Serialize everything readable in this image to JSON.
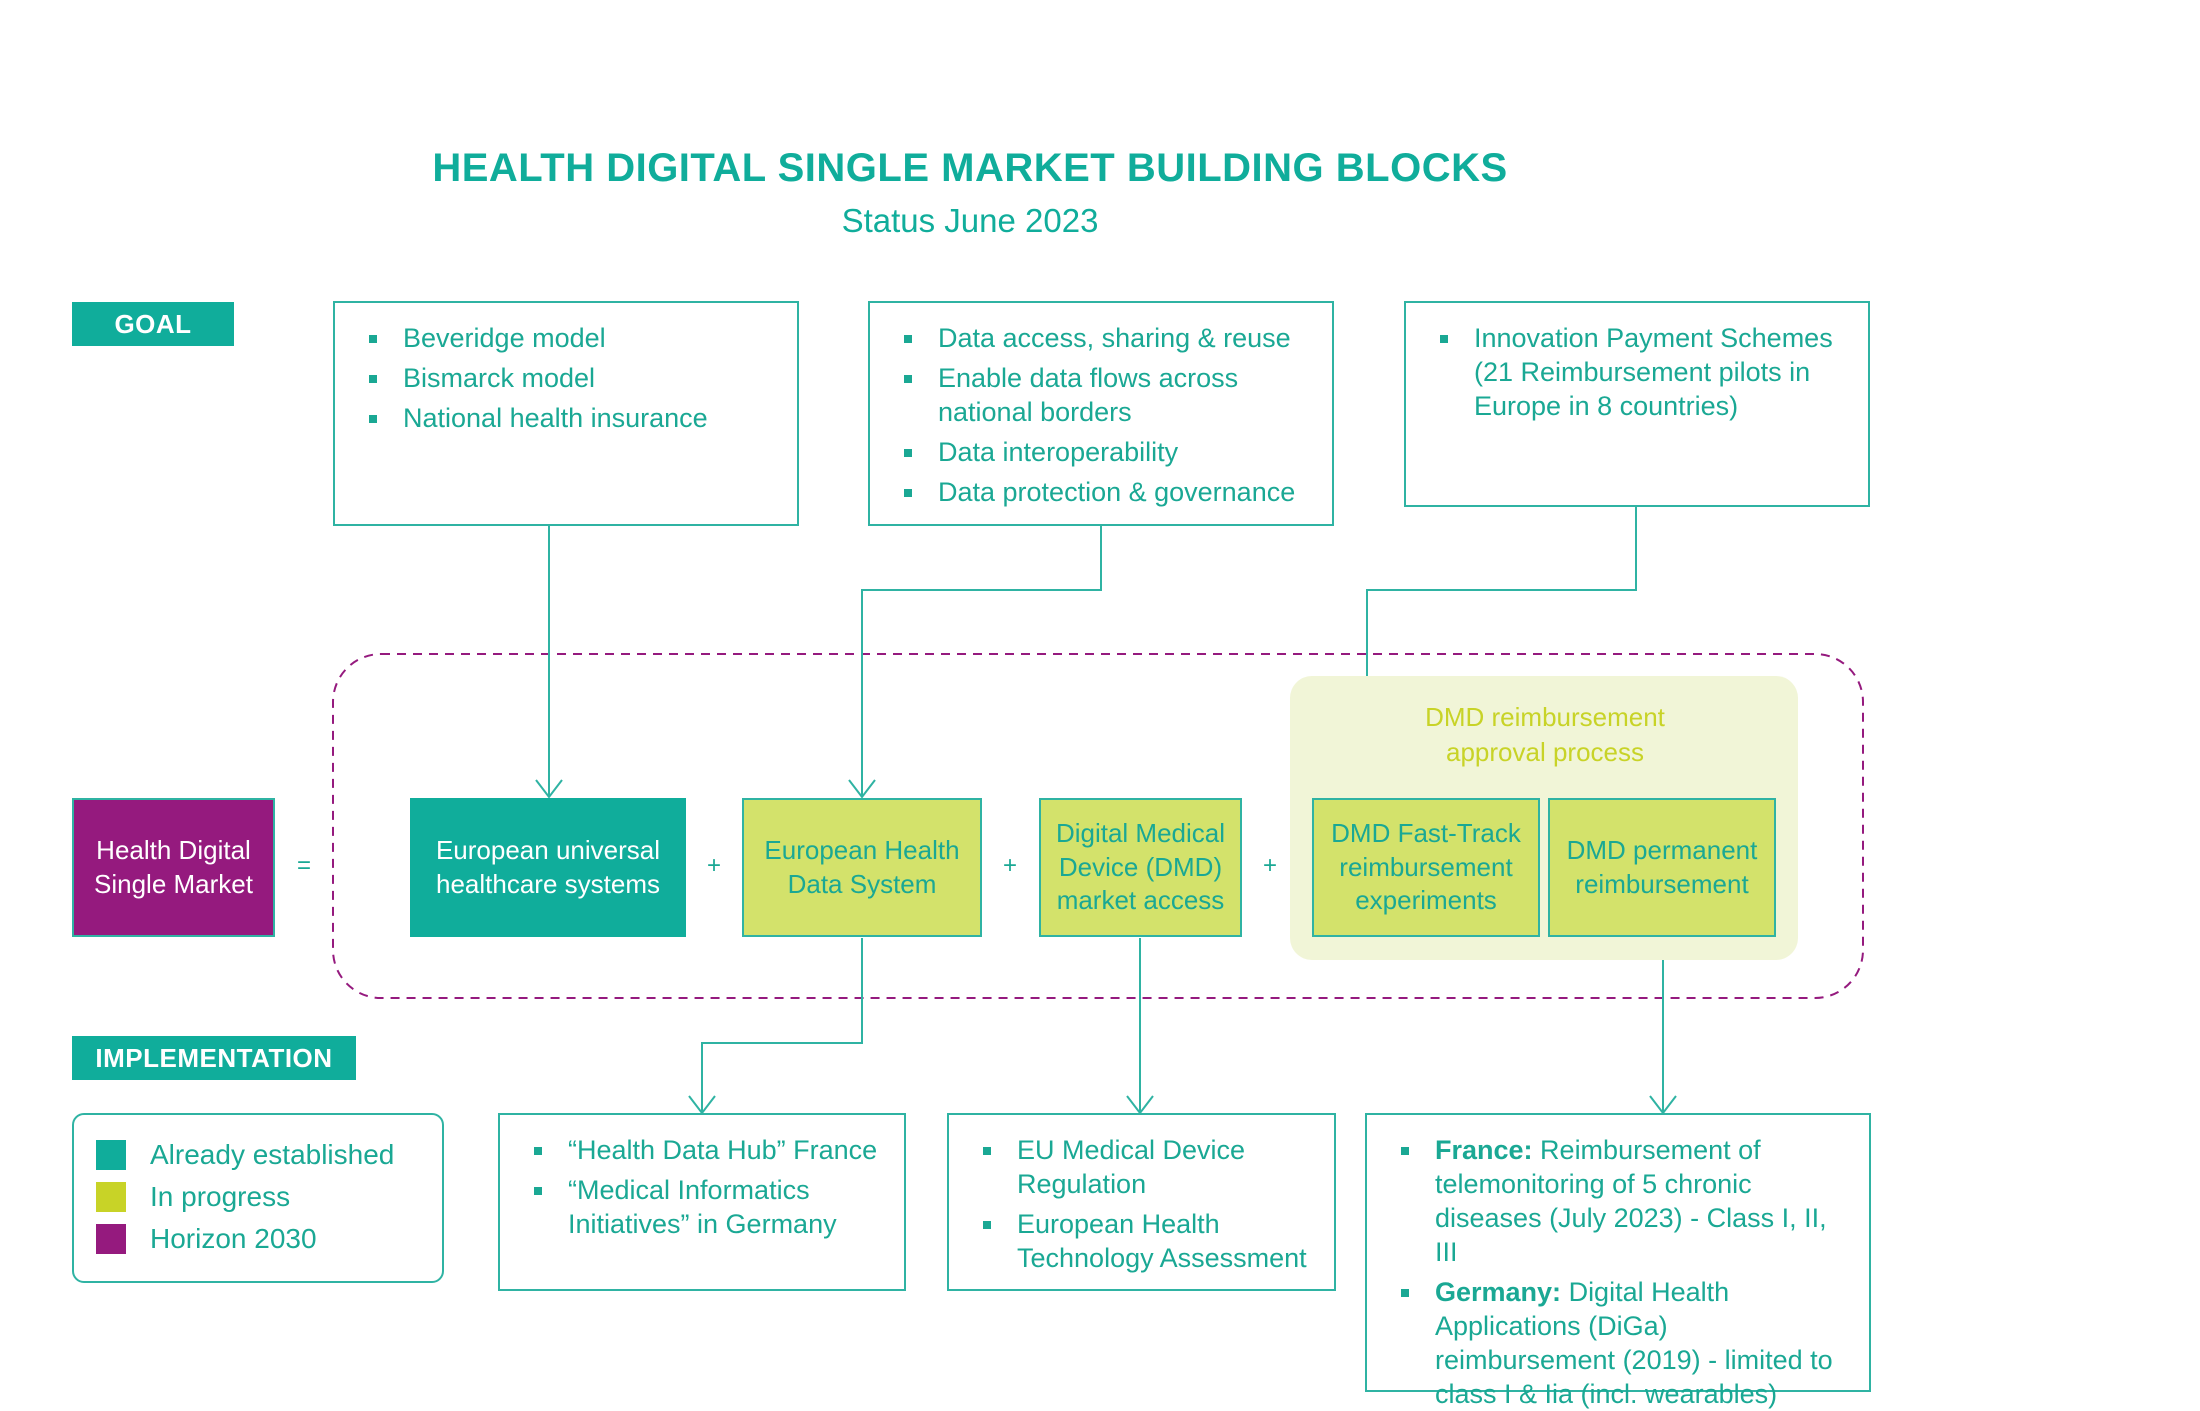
{
  "header": {
    "title": "HEALTH DIGITAL SINGLE MARKET BUILDING BLOCKS",
    "subtitle": "Status June 2023"
  },
  "tags": {
    "goal": "GOAL",
    "implementation": "IMPLEMENTATION"
  },
  "goals": [
    {
      "items": [
        "Beveridge model",
        "Bismarck model",
        "National health insurance"
      ]
    },
    {
      "items": [
        "Data access, sharing & reuse",
        "Enable data flows across national borders",
        "Data interoperability",
        "Data protection & governance"
      ]
    },
    {
      "items": [
        "Innovation Payment Schemes (21 Reimbursement pilots in Europe in 8 countries)"
      ]
    }
  ],
  "equation": {
    "result": "Health Digital Single Market",
    "equals": "=",
    "plus": "+",
    "blocks": [
      {
        "label": "European universal healthcare systems",
        "status": "established"
      },
      {
        "label": "European Health Data System",
        "status": "in-progress"
      },
      {
        "label": "Digital Medical Device (DMD) market access",
        "status": "in-progress"
      },
      {
        "label": "DMD Fast-Track reimbursement experiments",
        "status": "in-progress"
      },
      {
        "label": "DMD permanent reimbursement",
        "status": "in-progress"
      }
    ],
    "dmd_group_label": "DMD reimbursement approval process"
  },
  "legend": [
    {
      "label": "Already established",
      "color": "#10ad9b"
    },
    {
      "label": "In progress",
      "color": "#c8d327"
    },
    {
      "label": "Horizon 2030",
      "color": "#951a7e"
    }
  ],
  "implementations": [
    {
      "items": [
        {
          "text": "“Health Data Hub” France"
        },
        {
          "text": "“Medical Informatics Initiatives” in Germany"
        }
      ]
    },
    {
      "items": [
        {
          "text": "EU Medical Device Regulation"
        },
        {
          "text": "European Health Technology Assessment"
        }
      ]
    },
    {
      "items": [
        {
          "bold": "France:",
          "text": " Reimbursement of telemonitoring of 5 chronic diseases (July 2023) - Class I, II, III"
        },
        {
          "bold": "Germany:",
          "text": " Digital Health Applications (DiGa) reimbursement (2019) - limited to class I & Iia (incl. wearables)"
        }
      ]
    }
  ],
  "colors": {
    "teal": "#10ad9b",
    "yellow": "#d3e26b",
    "purple": "#951a7e",
    "dmd_group_bg": "#f1f5d7",
    "dashed_border": "#951a7e"
  }
}
